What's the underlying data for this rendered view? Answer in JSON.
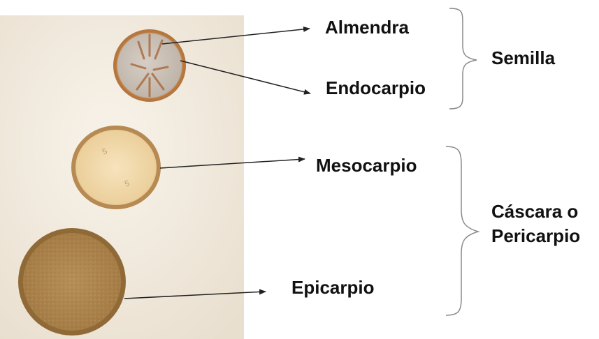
{
  "colors": {
    "background": "#ffffff",
    "photo_background": "#f3ece0",
    "label_text": "#111111",
    "arrow": "#222222",
    "bracket": "#888888",
    "almendra_fill": "#cfc6bd",
    "endocarpio_rim": "#b5763f",
    "mesocarpio_fill": "#f1dbb0",
    "epicarpio_fill": "#b08a52"
  },
  "labels": {
    "almendra": "Almendra",
    "endocarpio": "Endocarpio",
    "mesocarpio": "Mesocarpio",
    "epicarpio": "Epicarpio"
  },
  "groups": {
    "semilla": "Semilla",
    "pericarpio_line1": "Cáscara o",
    "pericarpio_line2": "Pericarpio"
  }
}
